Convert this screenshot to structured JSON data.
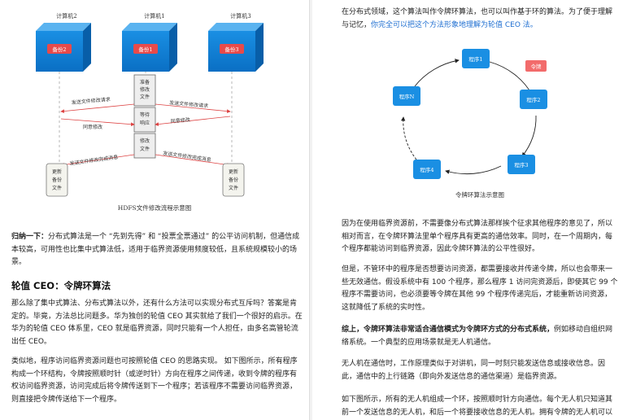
{
  "left": {
    "diagram": {
      "nodes": [
        "计算机2",
        "计算机1",
        "计算机3"
      ],
      "backup_label": "备份",
      "backups": [
        "备份2",
        "备份1",
        "备份3"
      ],
      "center_boxes": [
        "准备修改文件",
        "等待响应",
        "修改文件"
      ],
      "bottom_boxes": [
        "更新备份文件",
        "更新备份文件"
      ],
      "arrow_labels": {
        "send_request_left": "发送文件修改请求",
        "send_request_right": "发送文件修改请求",
        "agree_left": "同意修改",
        "agree_right": "同意修改",
        "done_left": "发送文件修改完成消息",
        "done_right": "发送文件修改完成消息"
      },
      "caption": "HDFS文件修改流程示意图"
    },
    "para1": {
      "lead": "归纳一下：",
      "text": "分布式算法是一个 “先到先得” 和 “投票全票通过” 的公平访问机制，但通信成本较高，可用性也比集中式算法低，适用于临界资源使用频度较低，且系统规模较小的场景。"
    },
    "heading": "轮值 CEO：令牌环算法",
    "para2": "那么除了集中式算法、分布式算法以外，还有什么方法可以实现分布式互斥吗？答案是肯定的。毕竟，方法总比问题多。华为独创的轮值 CEO 其实就给了我们一个很好的启示。在华为的轮值 CEO 体系里，CEO 就是临界资源，同时只能有一个人担任，由多名高管轮流出任 CEO。",
    "para3": "类似地，程序访问临界资源问题也可按照轮值 CEO 的思路实现。 如下图所示，所有程序构成一个环结构，令牌按照顺时针（或逆时针）方向在程序之间传递，收到令牌的程序有权访问临界资源，访问完成后将令牌传送到下一个程序；若该程序不需要访问临界资源，则直接把令牌传送给下一个程序。"
  },
  "right": {
    "para1": {
      "prefix": "在分布式领域，这个算法叫作令牌环算法，也可以叫作基于环的算法。为了便于理解与记忆，",
      "highlight": "你完全可以把这个方法形象地理解为轮值 CEO 法。"
    },
    "ring": {
      "programs": [
        "程序1",
        "程序2",
        "程序3",
        "程序4",
        "程序N"
      ],
      "token": "令牌",
      "caption": "令牌环算法示意图"
    },
    "para2": "因为在使用临界资源前，不需要像分布式算法那样挨个征求其他程序的意见了，所以相对而言，在令牌环算法里单个程序具有更高的通信效率。同时，在一个周期内，每个程序都能访问到临界资源，因此令牌环算法的公平性很好。",
    "para3": "但是，不管环中的程序是否想要访问资源，都需要接收并传递令牌，所以也会带来一些无效通信。假设系统中有 100 个程序，那么程序 1 访问完资源后，即使其它 99 个程序不需要访问，也必须要等令牌在其他 99 个程序传递完后，才能重新访问资源，这就降低了系统的实时性。",
    "para4": {
      "lead": "综上，令牌环算法非常适合通信模式为令牌环方式的分布式系统，",
      "text": "例如移动自组织网络系统。一个典型的应用场景就是无人机通信。"
    },
    "para5": "无人机在通信时，工作原理类似于对讲机，同一时刻只能发送信息或接收信息。因此，通信中的上行链路（即向外发送信息的通信渠道）是临界资源。",
    "para6": "如下图所示，所有的无人机组成一个环，按照顺时针方向通信。每个无人机只知道其前一个发送信息的无人机，和后一个将要接收信息的无人机。拥有令牌的无人机可以向外发送信"
  }
}
